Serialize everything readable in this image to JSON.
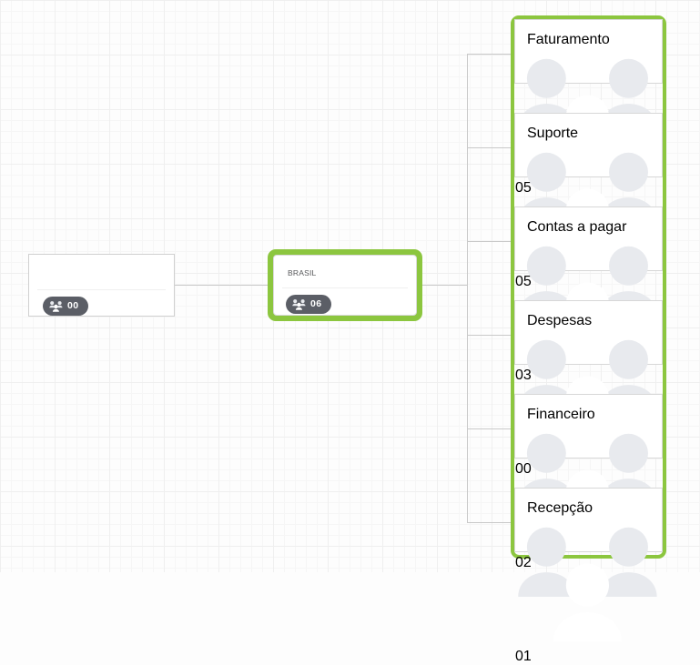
{
  "app": {
    "view_name": "organizational-chart",
    "accent_green": "#8CC63F",
    "badge_bg": "#5b5e66",
    "connector_color": "#c9c9c9"
  },
  "icons": {
    "users_icon": "users-group-icon"
  },
  "root_node": {
    "title": "",
    "count": "00",
    "selected": false
  },
  "parent_node": {
    "title": "BRASIL",
    "count": "06",
    "selected": true
  },
  "children_group": {
    "selected": true,
    "nodes": [
      {
        "title": "Faturamento",
        "count": "05"
      },
      {
        "title": "Suporte",
        "count": "05"
      },
      {
        "title": "Contas a pagar",
        "count": "03"
      },
      {
        "title": "Despesas",
        "count": "00"
      },
      {
        "title": "Financeiro",
        "count": "02"
      },
      {
        "title": "Recepção",
        "count": "01"
      }
    ]
  }
}
